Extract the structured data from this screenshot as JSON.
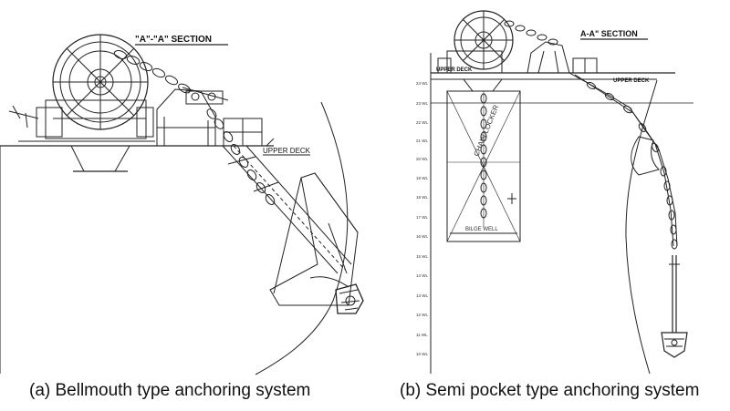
{
  "panel_a": {
    "section_title": "\"A\"-\"A\" SECTION",
    "deck_label": "UPPER DECK",
    "caption": "(a) Bellmouth type anchoring system"
  },
  "panel_b": {
    "section_title": "A-A\" SECTION",
    "upper_deck_left": "UPPER DECK",
    "upper_deck_right": "UPPER DECK",
    "chain_locker_label": "CHAIN LOCKER",
    "bilge_well_label": "BILGE WELL",
    "waterline_labels": [
      "24 WL",
      "23 WL",
      "22 WL",
      "21 WL",
      "20 WL",
      "19 WL",
      "18 WL",
      "17 WL",
      "16 WL",
      "15 WL",
      "14 WL",
      "13 WL",
      "12 WL",
      "11 WL",
      "10 WL"
    ],
    "caption": "(b) Semi pocket type anchoring system"
  }
}
